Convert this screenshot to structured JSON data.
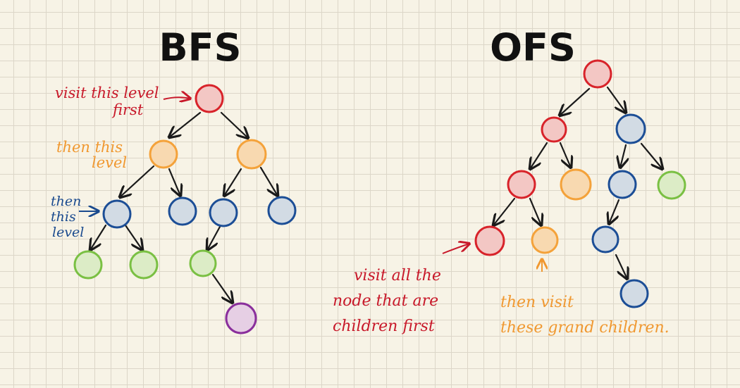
{
  "titles": {
    "bfs": "BFS",
    "dfs": "OFS"
  },
  "colors": {
    "red": "#d8232a",
    "red_fill": "#f3c7c4",
    "orange": "#f4a23a",
    "orange_fill": "#f8d9b0",
    "blue": "#1c4e96",
    "blue_fill": "#d2dbe4",
    "green": "#7ac043",
    "green_fill": "#dcecc6",
    "purple": "#8a2f9c",
    "purple_fill": "#e6cfe4",
    "red_text": "#c8192a",
    "orange_text": "#f09830",
    "blue_text": "#1a4a8e"
  },
  "bfs_notes": {
    "level1": [
      "visit this level",
      "first"
    ],
    "level2": [
      "then this",
      "level"
    ],
    "level3": [
      "then",
      "this",
      "level"
    ]
  },
  "dfs_notes": {
    "children": [
      "visit all the",
      "node that are",
      "children first"
    ],
    "grandchildren": [
      "then visit",
      "these grand children."
    ]
  }
}
